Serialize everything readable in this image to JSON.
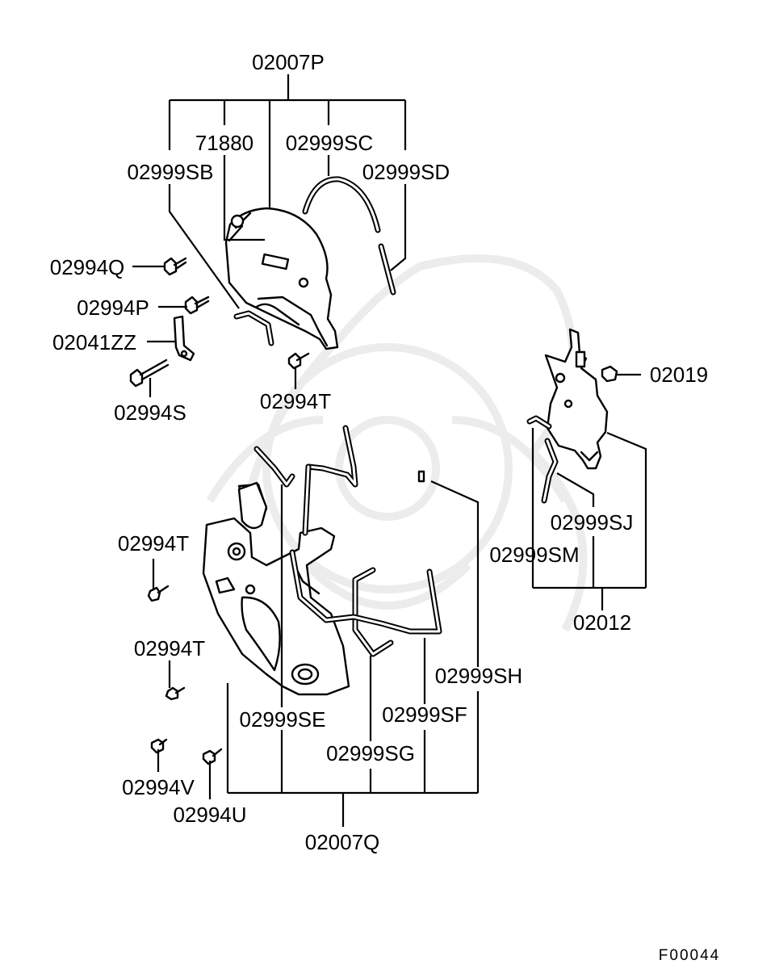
{
  "diagram": {
    "code": "F00044",
    "labels": {
      "p02007P": "02007P",
      "p71880": "71880",
      "p02999SC": "02999SC",
      "p02999SB": "02999SB",
      "p02999SD": "02999SD",
      "p02994Q": "02994Q",
      "p02994P": "02994P",
      "p02041ZZ": "02041ZZ",
      "p02994S": "02994S",
      "p02994T_top": "02994T",
      "p02019": "02019",
      "p02999SJ": "02999SJ",
      "p02999SM": "02999SM",
      "p02012": "02012",
      "p02994T_mid": "02994T",
      "p02994T_low": "02994T",
      "p02999SH": "02999SH",
      "p02999SF": "02999SF",
      "p02999SE": "02999SE",
      "p02999SG": "02999SG",
      "p02994V": "02994V",
      "p02994U": "02994U",
      "p02007Q": "02007Q"
    }
  },
  "colors": {
    "line": "#000000",
    "background": "#ffffff",
    "watermark": "#ececec"
  }
}
